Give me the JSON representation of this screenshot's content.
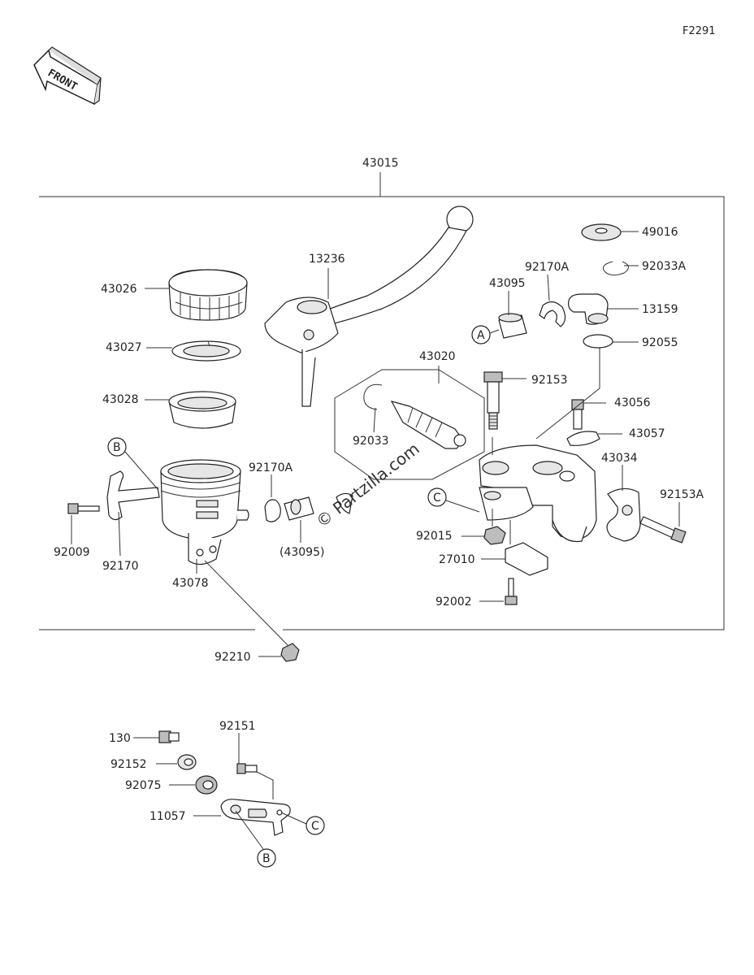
{
  "figure_id": "F2291",
  "front_label": "FRONT",
  "watermark": "© Partzilla.com",
  "callouts": {
    "p43015": "43015",
    "p13236": "13236",
    "p43026": "43026",
    "p43027": "43027",
    "p43028": "43028",
    "p49016": "49016",
    "p92170A_top": "92170A",
    "p92033A": "92033A",
    "p43095": "43095",
    "p13159": "13159",
    "p92055": "92055",
    "p43020": "43020",
    "p92153": "92153",
    "p43056": "43056",
    "p43057": "43057",
    "p92033": "92033",
    "p43034": "43034",
    "p92170A_mid": "92170A",
    "p92153A": "92153A",
    "p92015": "92015",
    "p43095_paren": "(43095)",
    "p92009": "92009",
    "p92170": "92170",
    "p43078": "43078",
    "p27010": "27010",
    "p92002": "92002",
    "p92210": "92210",
    "p130": "130",
    "p92151": "92151",
    "p92152": "92152",
    "p92075": "92075",
    "p11057": "11057"
  },
  "ref_markers": {
    "a": "A",
    "b_top": "B",
    "c_top": "C",
    "c_bottom": "C",
    "b_bottom": "B"
  }
}
